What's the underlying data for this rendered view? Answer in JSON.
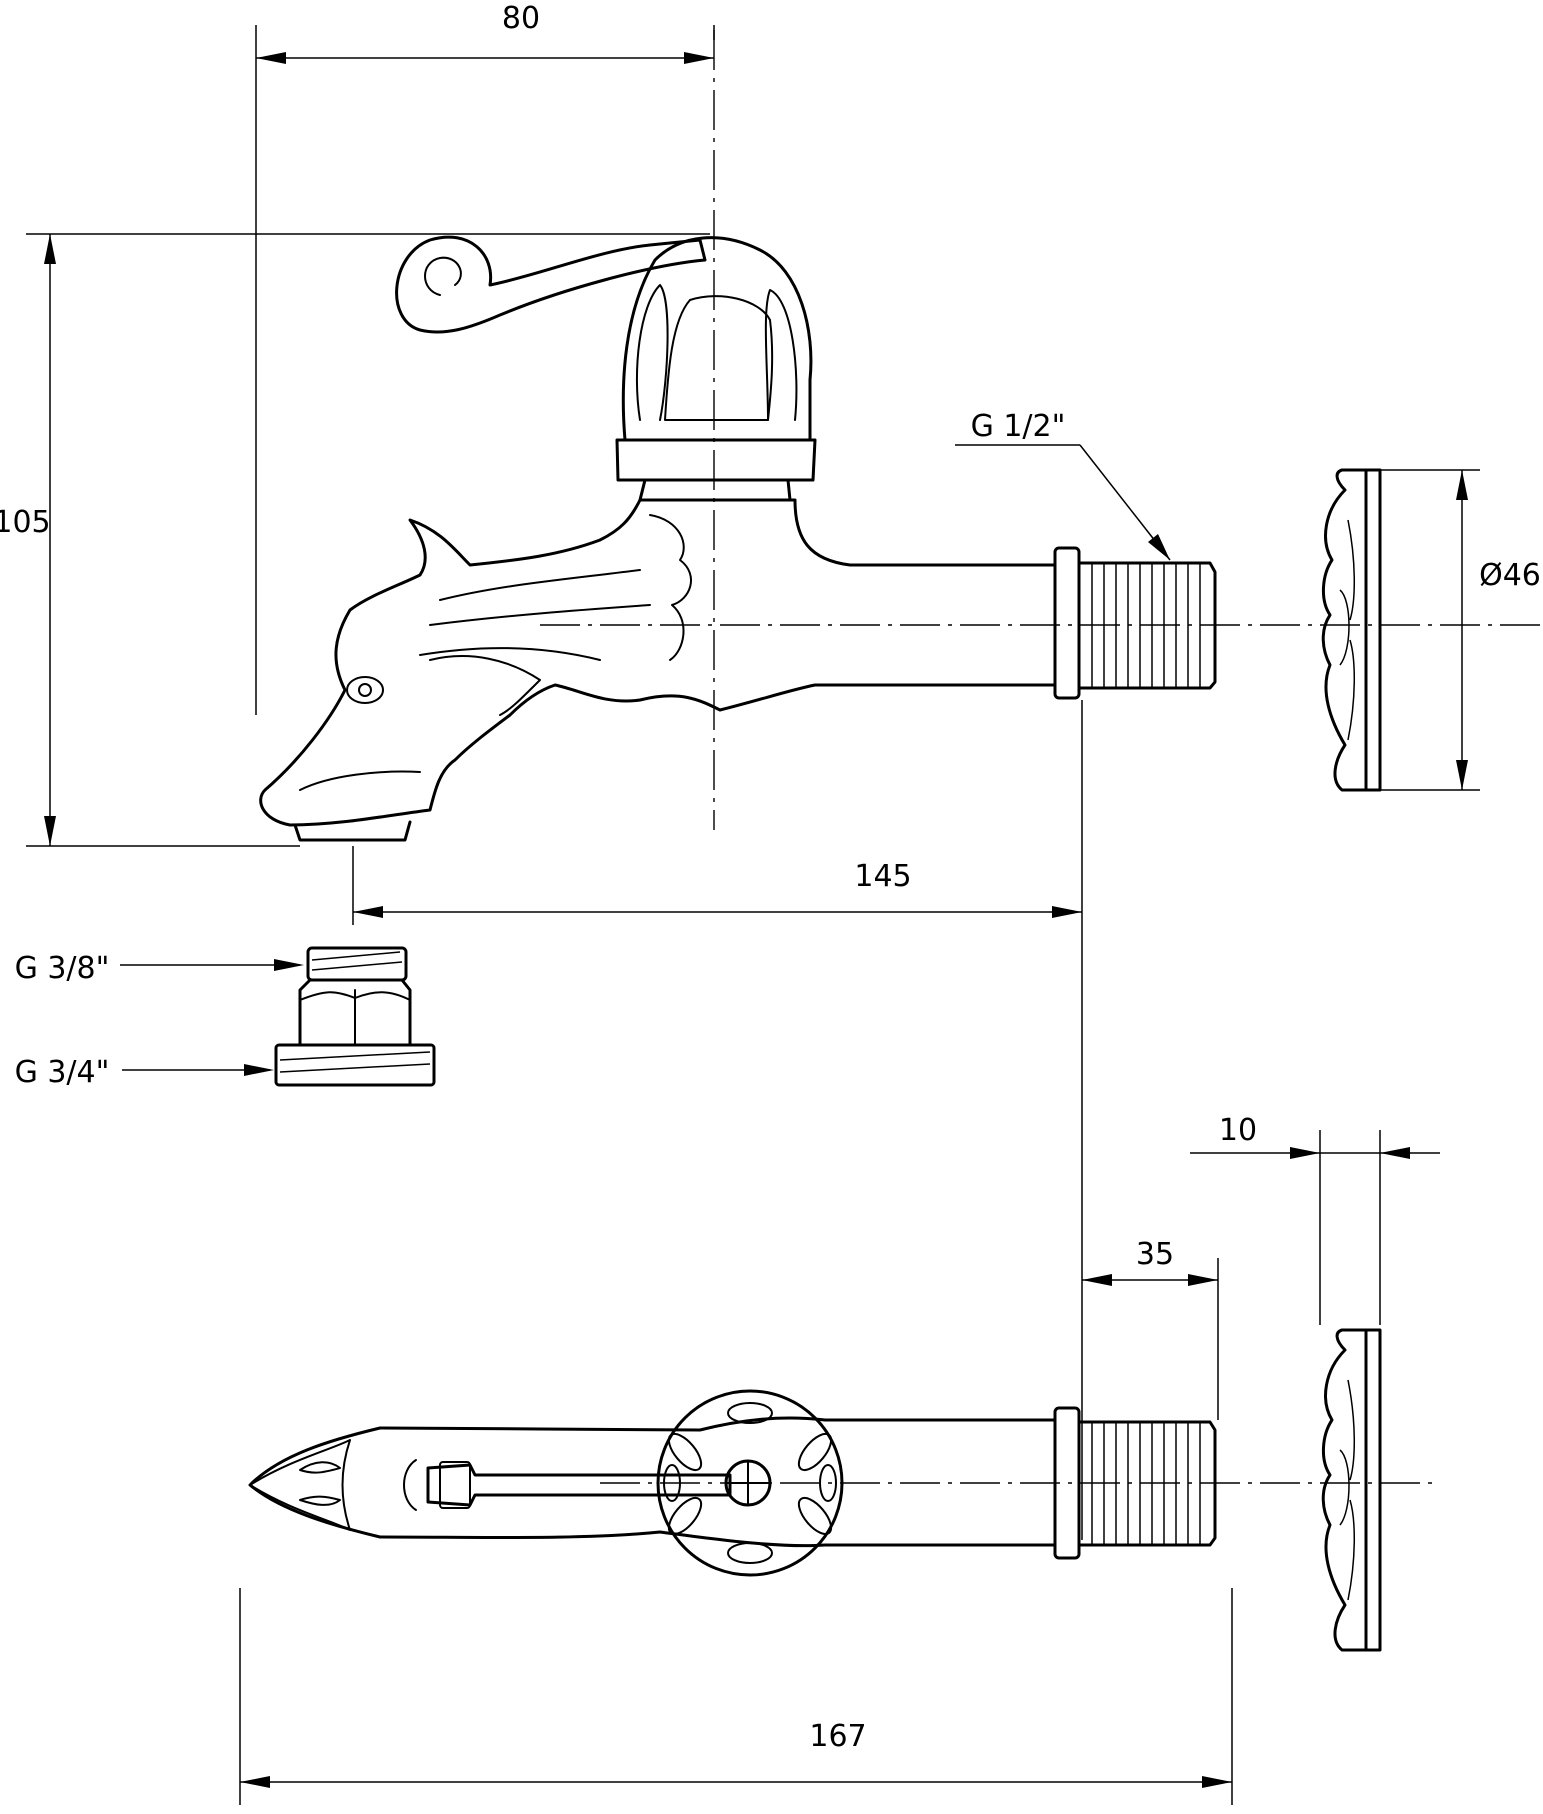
{
  "dimensions": {
    "width_top": "80",
    "height_left": "105",
    "spout_reach": "145",
    "flange_diameter": "Ø46",
    "flange_thickness": "10",
    "thread_length": "35",
    "overall_length": "167"
  },
  "threads": {
    "inlet": "G 1/2\"",
    "adapter_small": "G 3/8\"",
    "adapter_large": "G 3/4\""
  }
}
